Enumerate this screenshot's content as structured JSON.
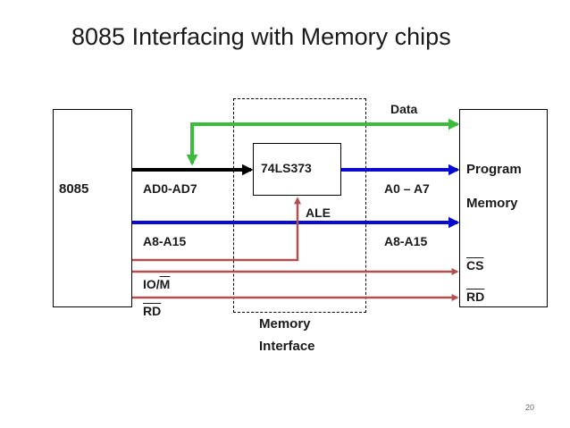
{
  "title": "8085 Interfacing with Memory chips",
  "blocks": {
    "cpu": "8085",
    "latch": "74LS373",
    "memory_line1": "Program",
    "memory_line2": "Memory",
    "interface_line1": "Memory",
    "interface_line2": "Interface"
  },
  "signals": {
    "data": "Data",
    "ad0_ad7": "AD0-AD7",
    "a0_a7": "A0 – A7",
    "ale": "ALE",
    "a8_a15_left": "A8-A15",
    "a8_a15_right": "A8-A15",
    "io_m_prefix": "IO/",
    "io_m_over": "M",
    "rd_left": "RD",
    "cs": "CS",
    "rd_right": "RD"
  },
  "colors": {
    "data_bus": "#3dbb3d",
    "address_bus": "#0a0ad0",
    "ad_bus": "#000000",
    "control": "#b05050"
  },
  "page_number": "20"
}
